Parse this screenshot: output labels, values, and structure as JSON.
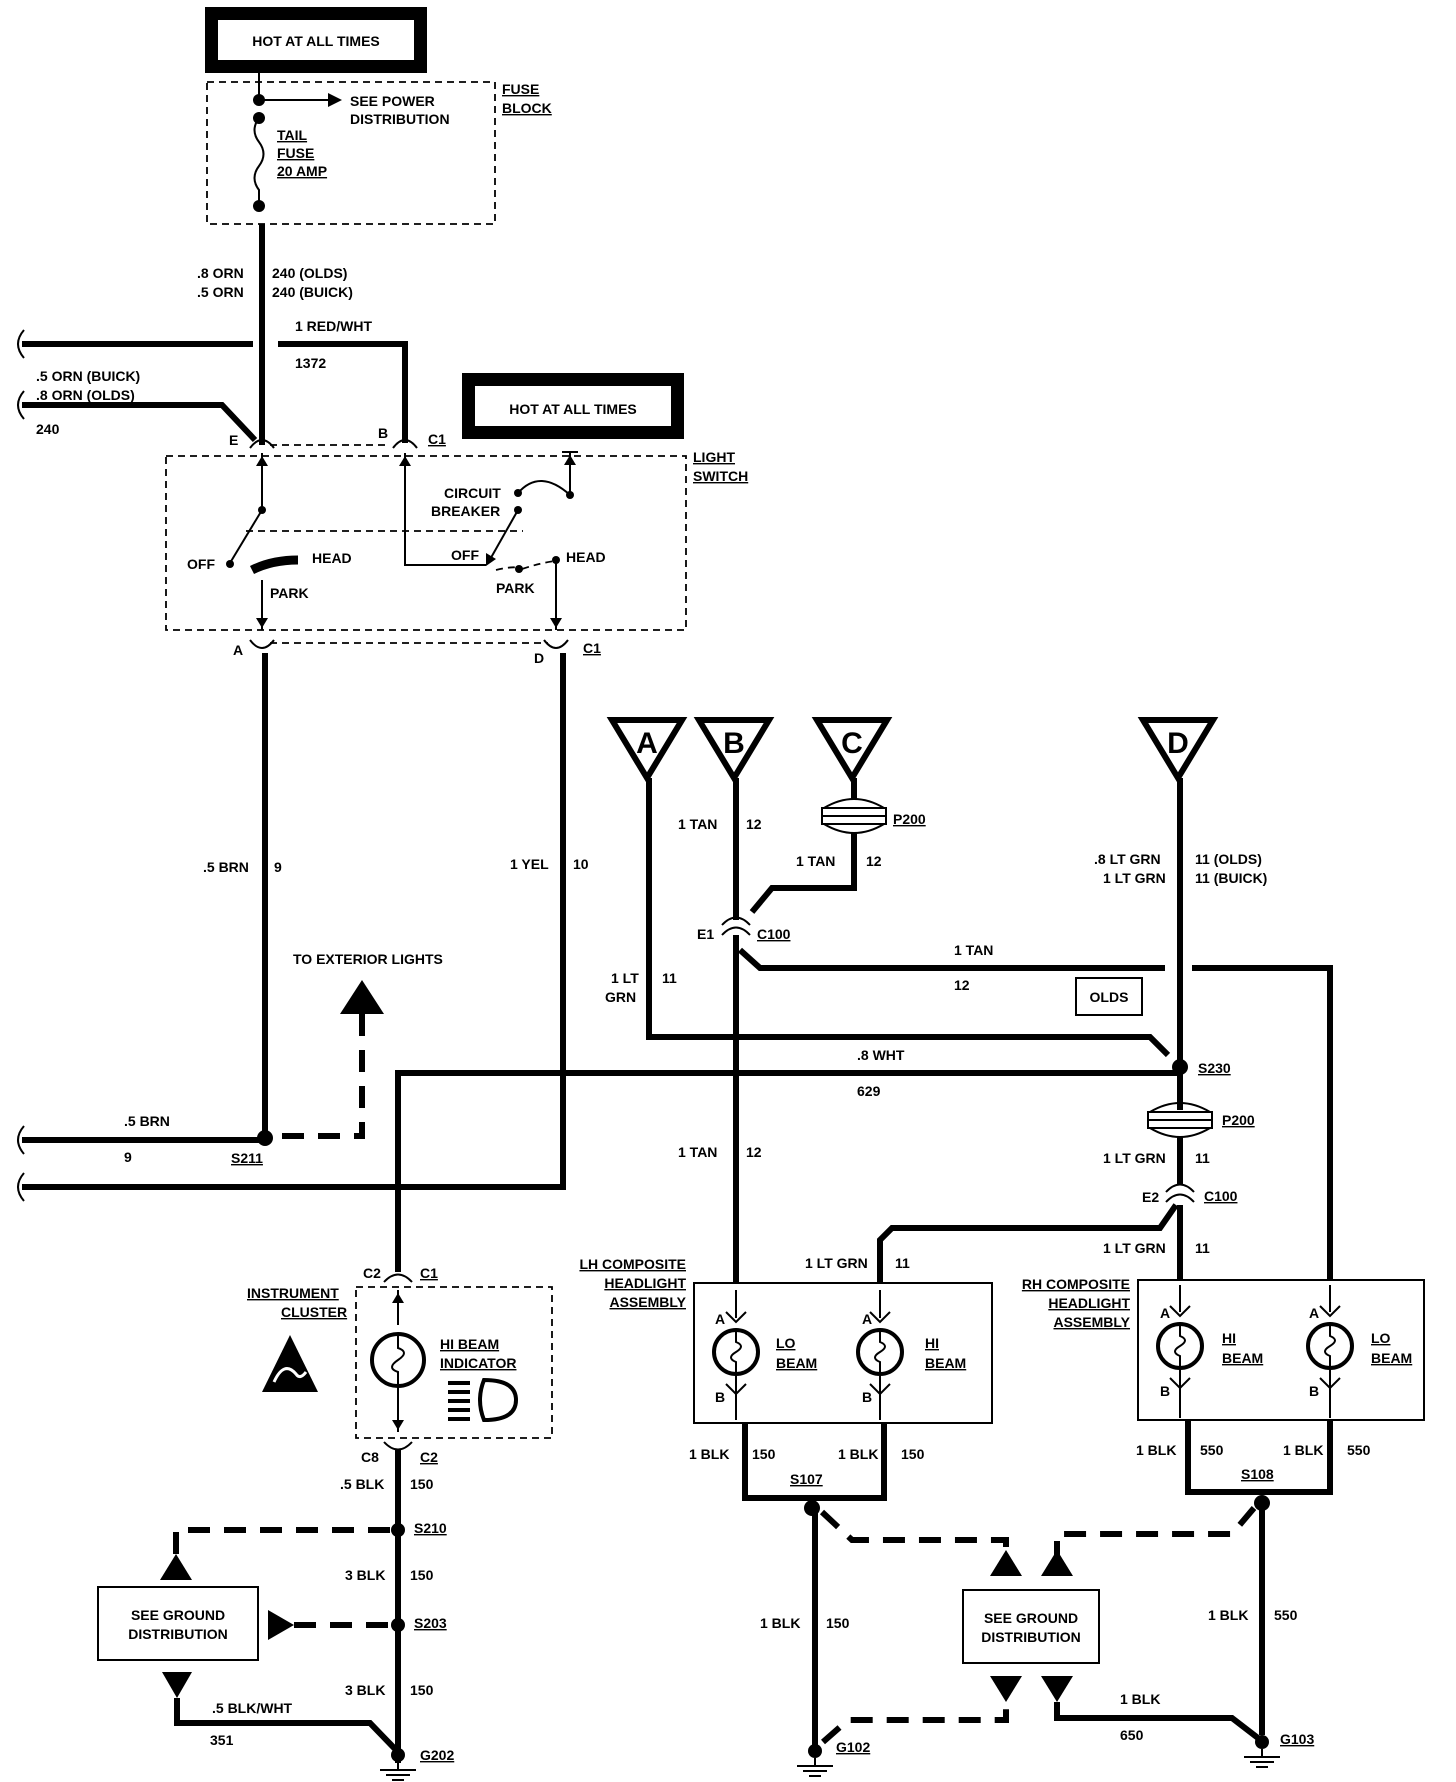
{
  "colors": {
    "ink": "#000000",
    "paper": "#ffffff"
  },
  "fuse_block": {
    "hot_box": "HOT AT ALL TIMES",
    "label_line1": "FUSE",
    "label_line2": "BLOCK",
    "see_power_line1": "SEE POWER",
    "see_power_line2": "DISTRIBUTION",
    "fuse_line1": "TAIL",
    "fuse_line2": "FUSE",
    "fuse_line3": "20 AMP"
  },
  "light_switch": {
    "hot_box": "HOT AT ALL TIMES",
    "label_line1": "LIGHT",
    "label_line2": "SWITCH",
    "cb_line1": "CIRCUIT",
    "cb_line2": "BREAKER",
    "off_left": "OFF",
    "head_left": "HEAD",
    "park_left": "PARK",
    "off_right": "OFF",
    "park_right": "PARK",
    "head_right": "HEAD",
    "pin_e": "E",
    "pin_b": "B",
    "conn_top": "C1",
    "pin_a": "A",
    "pin_d": "D",
    "conn_bottom": "C1"
  },
  "wires": {
    "orn_olds_size": ".8 ORN",
    "orn_olds_circuit": "240 (OLDS)",
    "orn_buick_size": ".5 ORN",
    "orn_buick_circuit": "240 (BUICK)",
    "red_wht": "1 RED/WHT",
    "red_wht_circuit": "1372",
    "left_buick": ".5 ORN (BUICK)",
    "left_olds": ".8 ORN (OLDS)",
    "left_circuit": "240",
    "brn_size": ".5 BRN",
    "brn_circuit": "9",
    "yel_size": "1 YEL",
    "yel_circuit": "10",
    "to_exterior": "TO EXTERIOR LIGHTS",
    "brn_left_size": ".5 BRN",
    "brn_left_circuit": "9",
    "s211": "S211",
    "tan_a": "1 TAN",
    "tan_a_circuit": "12",
    "tan_c": "1 TAN",
    "tan_c_circuit": "12",
    "p200_top": "P200",
    "e1": "E1",
    "c100_top": "C100",
    "ltgrn_a_size_1": "1 LT",
    "ltgrn_a_size_2": "GRN",
    "ltgrn_a_circuit": "11",
    "tan_olds": "1 TAN",
    "tan_olds_circuit": "12",
    "olds_box": "OLDS",
    "ltgrn_d_olds": ".8 LT GRN",
    "ltgrn_d_olds_circuit": "11 (OLDS)",
    "ltgrn_d_buick": "1 LT GRN",
    "ltgrn_d_buick_circuit": "11 (BUICK)",
    "wht_size": ".8 WHT",
    "wht_circuit": "629",
    "s230": "S230",
    "p200_right": "P200",
    "ltgrn_p200": "1 LT GRN",
    "ltgrn_p200_circuit": "11",
    "e2": "E2",
    "c100_right": "C100",
    "ltgrn_rh": "1 LT GRN",
    "ltgrn_rh_circuit": "11",
    "tan_lh": "1 TAN",
    "tan_lh_circuit": "12",
    "ltgrn_lh": "1 LT GRN",
    "ltgrn_lh_circuit": "11"
  },
  "connectors": {
    "A": "A",
    "B": "B",
    "C": "C",
    "D": "D"
  },
  "instrument_cluster": {
    "c2_top": "C2",
    "c1_top": "C1",
    "label_line1": "INSTRUMENT",
    "label_line2": "CLUSTER",
    "indicator_line1": "HI BEAM",
    "indicator_line2": "INDICATOR",
    "c8": "C8",
    "c2_bottom": "C2"
  },
  "lh_headlight": {
    "label_line1": "LH COMPOSITE",
    "label_line2": "HEADLIGHT",
    "label_line3": "ASSEMBLY",
    "lo_pin_a": "A",
    "lo_pin_b": "B",
    "lo_line1": "LO",
    "lo_line2": "BEAM",
    "hi_pin_a": "A",
    "hi_pin_b": "B",
    "hi_line1": "HI",
    "hi_line2": "BEAM"
  },
  "rh_headlight": {
    "label_line1": "RH COMPOSITE",
    "label_line2": "HEADLIGHT",
    "label_line3": "ASSEMBLY",
    "hi_pin_a": "A",
    "hi_pin_b": "B",
    "hi_line1": "HI",
    "hi_line2": "BEAM",
    "lo_pin_a": "A",
    "lo_pin_b": "B",
    "lo_line1": "LO",
    "lo_line2": "BEAM"
  },
  "grounds": {
    "blk_cluster": ".5 BLK",
    "blk_cluster_circuit": "150",
    "s210": "S210",
    "blk3_a": "3 BLK",
    "blk3_a_circuit": "150",
    "see_ground_line1": "SEE GROUND",
    "see_ground_line2": "DISTRIBUTION",
    "s203": "S203",
    "blk3_b": "3 BLK",
    "blk3_b_circuit": "150",
    "blk_wht": ".5 BLK/WHT",
    "blk_wht_circuit": "351",
    "g202": "G202",
    "lh_blk1": "1 BLK",
    "lh_blk1_circuit": "150",
    "lh_blk2": "1 BLK",
    "lh_blk2_circuit": "150",
    "s107": "S107",
    "lh_down": "1 BLK",
    "lh_down_circuit": "150",
    "g102": "G102",
    "see_ground2_line1": "SEE GROUND",
    "see_ground2_line2": "DISTRIBUTION",
    "rh_blk1": "1 BLK",
    "rh_blk1_circuit": "550",
    "rh_blk2": "1 BLK",
    "rh_blk2_circuit": "550",
    "s108": "S108",
    "rh_down": "1 BLK",
    "rh_down_circuit": "550",
    "blk650": "1 BLK",
    "blk650_circuit": "650",
    "g103": "G103"
  }
}
